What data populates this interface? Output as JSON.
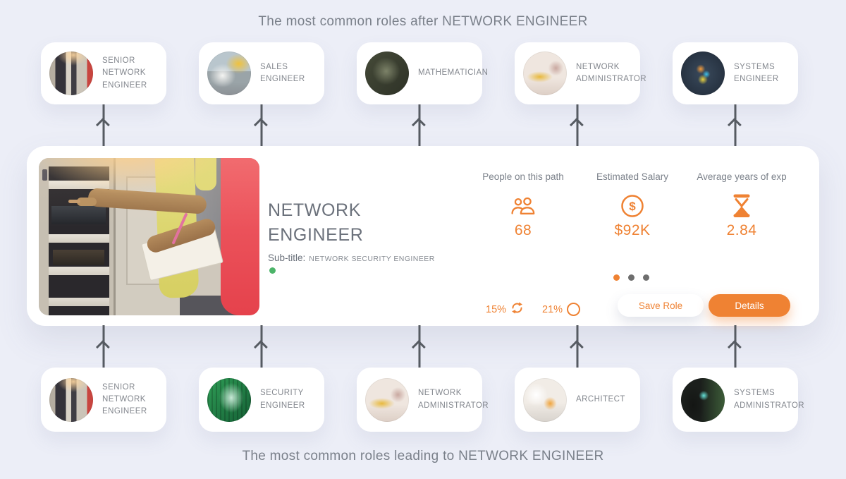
{
  "page": {
    "title_top": "The most common roles after NETWORK ENGINEER",
    "title_bottom": "The most common roles leading to NETWORK ENGINEER",
    "background_color": "#ECEEF7"
  },
  "colors": {
    "accent_orange": "#EF8233",
    "title_gray": "#7A808A",
    "label_gray": "#83878E",
    "arrow_gray": "#565B62",
    "status_green": "#4CB469",
    "inactive_dot": "#6E6E6E",
    "card_white": "#FFFFFF"
  },
  "roles_after": [
    {
      "label": "SENIOR NETWORK ENGINEER",
      "img": "senior-network-engineer"
    },
    {
      "label": "SALES ENGINEER",
      "img": "sales-engineer"
    },
    {
      "label": "MATHEMATICIAN",
      "img": "mathematician"
    },
    {
      "label": "NETWORK ADMINISTRATOR",
      "img": "network-administrator"
    },
    {
      "label": "SYSTEMS ENGINEER",
      "img": "systems-engineer"
    }
  ],
  "roles_leading": [
    {
      "label": "SENIOR NETWORK ENGINEER",
      "img": "senior-network-engineer"
    },
    {
      "label": "SECURITY ENGINEER",
      "img": "security-engineer"
    },
    {
      "label": "NETWORK ADMINISTRATOR",
      "img": "network-administrator"
    },
    {
      "label": "ARCHITECT",
      "img": "architect"
    },
    {
      "label": "SYSTEMS ADMINISTRATOR",
      "img": "systems-administrator"
    }
  ],
  "focus_card": {
    "title": "NETWORK ENGINEER",
    "subtitle_label": "Sub-title:",
    "subtitle_value": "NETWORK SECURITY ENGINEER",
    "stats": [
      {
        "label": "People on this path",
        "icon": "people-icon",
        "value": "68"
      },
      {
        "label": "Estimated Salary",
        "icon": "dollar-icon",
        "value": "$92K"
      },
      {
        "label": "Average years of exp",
        "icon": "hourglass-icon",
        "value": "2.84"
      }
    ],
    "metrics": [
      {
        "value": "15%",
        "icon": "refresh-icon"
      },
      {
        "value": "21%",
        "icon": "circle-outline-icon"
      }
    ],
    "carousel": {
      "dots": [
        "active",
        "inactive",
        "inactive"
      ]
    },
    "save_button": "Save Role",
    "details_button": "Details"
  }
}
